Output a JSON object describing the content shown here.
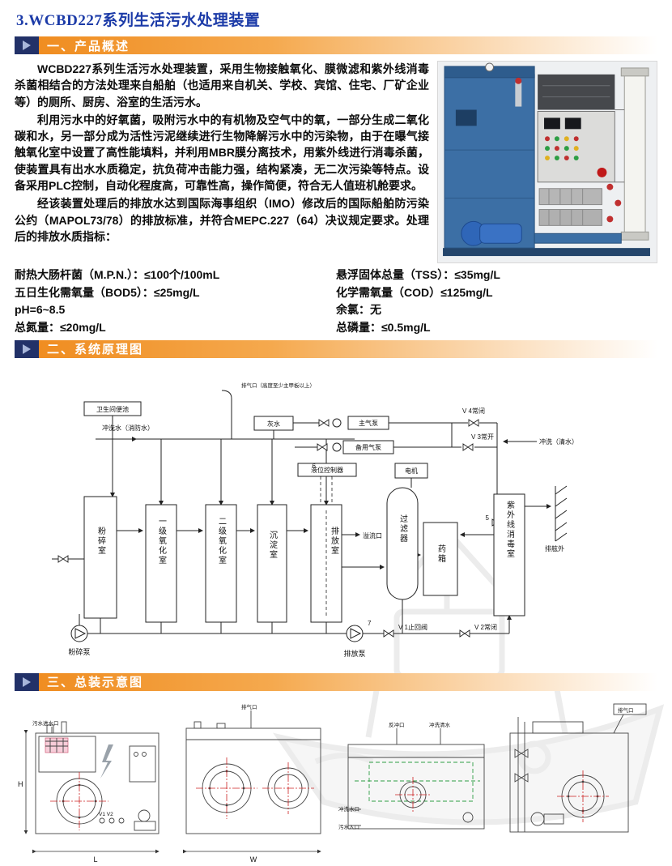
{
  "page": {
    "title": "3.WCBD227系列生活污水处理装置"
  },
  "overview": {
    "header": "一、产品概述",
    "paragraphs": [
      "WCBD227系列生活污水处理装置，采用生物接触氧化、膜微滤和紫外线消毒杀菌相结合的方法处理来自船舶（也适用来自机关、学校、宾馆、住宅、厂矿企业等）的厕所、厨房、浴室的生活污水。",
      "利用污水中的好氧菌，吸附污水中的有机物及空气中的氧，一部分生成二氧化碳和水，另一部分成为活性污泥继续进行生物降解污水中的污染物，由于在曝气接触氧化室中设置了高性能填料，并利用MBR膜分离技术，用紫外线进行消毒杀菌，使装置具有出水水质稳定，抗负荷冲击能力强，结构紧凑，无二次污染等特点。设备采用PLC控制，自动化程度高，可靠性高，操作简便，符合无人值班机舱要求。",
      "经该装置处理后的排放水达到国际海事组织（IMO）修改后的国际船舶防污染公约（MAPOL73/78）的排放标准，并符合MEPC.227（64）决议规定要求。处理后的排放水质指标："
    ],
    "specs_left": [
      "耐热大肠杆菌（M.P.N.）：≤100个/100mL",
      "五日生化需氧量（BOD5）：≤25mg/L",
      "pH=6~8.5",
      "总氮量：≤20mg/L"
    ],
    "specs_right": [
      "悬浮固体总量（TSS）：≤35mg/L",
      "化学需氧量（COD）≤125mg/L",
      "余氯：无",
      "总磷量：≤0.5mg/L"
    ]
  },
  "schematic": {
    "header": "二、系统原理图",
    "labels": {
      "vent": "排气口（高度至少主甲板以上）",
      "toilet": "卫生间便池",
      "flush_fire": "冲洗水（消防水）",
      "grey": "灰水",
      "air_main": "主气泵",
      "air_backup": "备用气泵",
      "v4": "V 4常闭",
      "v3": "V 3常开",
      "flush_clean": "冲洗（清水）",
      "level": "液位控制器",
      "motor": "电机",
      "n6": "6",
      "crush": "粉碎室",
      "ox1": "一级氧化室",
      "ox2": "二级氧化室",
      "settle": "沉淀室",
      "discharge": "排放室",
      "overflow": "溢流口",
      "filter": "过滤器",
      "dosing": "药箱",
      "uv": "紫外线消毒室",
      "n5": "5",
      "overboard": "排舷外",
      "crush_pump": "粉碎泵",
      "discharge_pump": "排放泵",
      "n7": "7",
      "v1": "V 1止回阀",
      "v2": "V 2常闭"
    }
  },
  "assembly": {
    "header": "三、总装示意图",
    "labels": {
      "inlet": "污水进水口",
      "dim_h": "H",
      "dim_l": "L",
      "dim_w": "W",
      "vent": "排气口",
      "v1v2": "V1 V2",
      "backflush": "反冲口",
      "flush_clean": "冲洗清水",
      "flush_port": "冲洗水口",
      "sewage_in": "污水入口",
      "vent_right": "排气口"
    }
  }
}
